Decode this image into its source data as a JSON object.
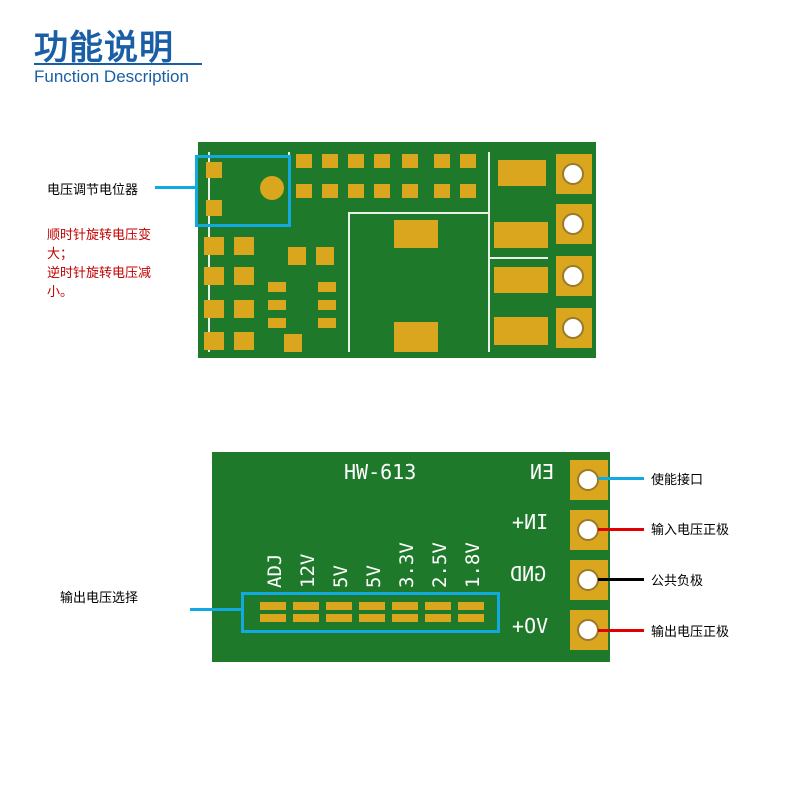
{
  "header": {
    "title_cn": "功能说明",
    "title_en": "Function Description"
  },
  "top_board": {
    "annotation_title": "电压调节电位器",
    "annotation_line1": "顺时针旋转电压变",
    "annotation_line2": "大；",
    "annotation_line3": "逆时针旋转电压减",
    "annotation_line4": "小。"
  },
  "bottom_board": {
    "model": "HW-613",
    "pin_labels": [
      "EN",
      "IN+",
      "GND",
      "VO+"
    ],
    "voltage_options": [
      "ADJ",
      "12V",
      "5V",
      "5V",
      "3.3V",
      "2.5V",
      "1.8V"
    ],
    "annotations": {
      "output_select": "输出电压选择",
      "enable": "使能接口",
      "input_positive": "输入电压正极",
      "common_negative": "公共负极",
      "output_positive": "输出电压正极"
    },
    "wire_colors": {
      "enable": "#00a0e0",
      "input_positive": "#e00000",
      "common_negative": "#000000",
      "output_positive": "#e00000"
    }
  },
  "colors": {
    "brand_blue": "#1a5fa6",
    "board_green": "#1e7a2a",
    "pad_gold": "#d9a61e",
    "highlight_blue": "#12a8e0"
  }
}
